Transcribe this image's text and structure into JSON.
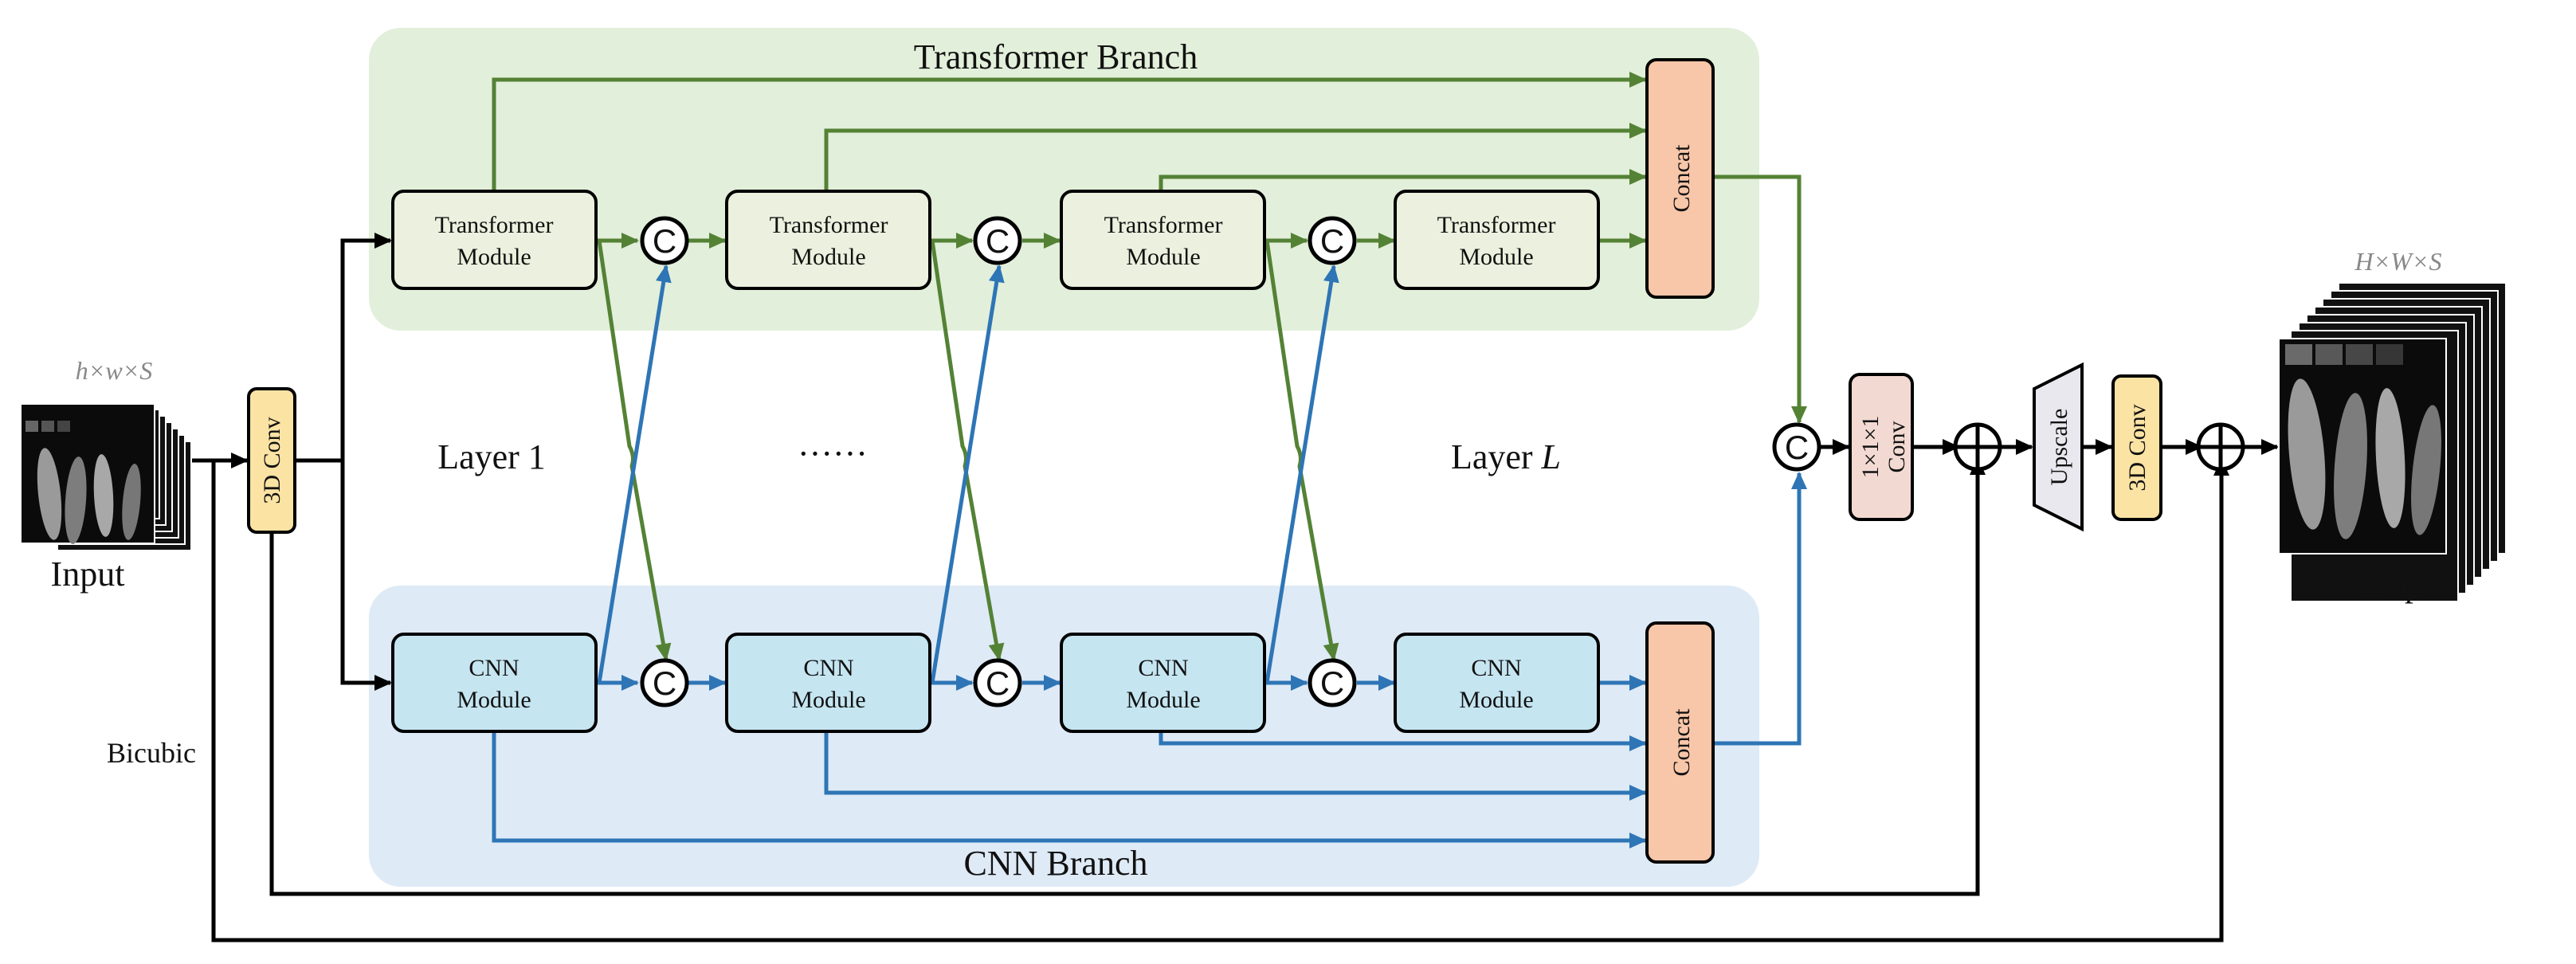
{
  "branches": {
    "transformer_title": "Transformer Branch",
    "cnn_title": "CNN Branch"
  },
  "modules": {
    "transformer_line1": "Transformer",
    "transformer_line2": "Module",
    "cnn_line1": "CNN",
    "cnn_line2": "Module",
    "concat": "Concat",
    "concat_symbol": "C"
  },
  "layers": {
    "first": "Layer 1",
    "ellipsis": "······",
    "last_prefix": "Layer ",
    "last_var": "L"
  },
  "input": {
    "dims": "h×w×S",
    "label": "Input"
  },
  "output": {
    "dims": "H×W×S",
    "label": "Output"
  },
  "ops": {
    "conv3d": "3D Conv",
    "conv1x1_line1": "1×1×1",
    "conv1x1_line2": "Conv",
    "upscale": "Upscale",
    "bicubic": "Bicubic"
  },
  "colors": {
    "transformer_bg": "#e2efda",
    "cnn_bg": "#deeaf6",
    "transformer_module": "#ebf1de",
    "cnn_module": "#c5e5f1",
    "concat": "#f8c6a8",
    "conv3d": "#fbe3a4",
    "conv1x1": "#f2dad2",
    "upscale": "#e8e8ee",
    "green_arrow": "#548235",
    "blue_arrow": "#2e75b6"
  }
}
